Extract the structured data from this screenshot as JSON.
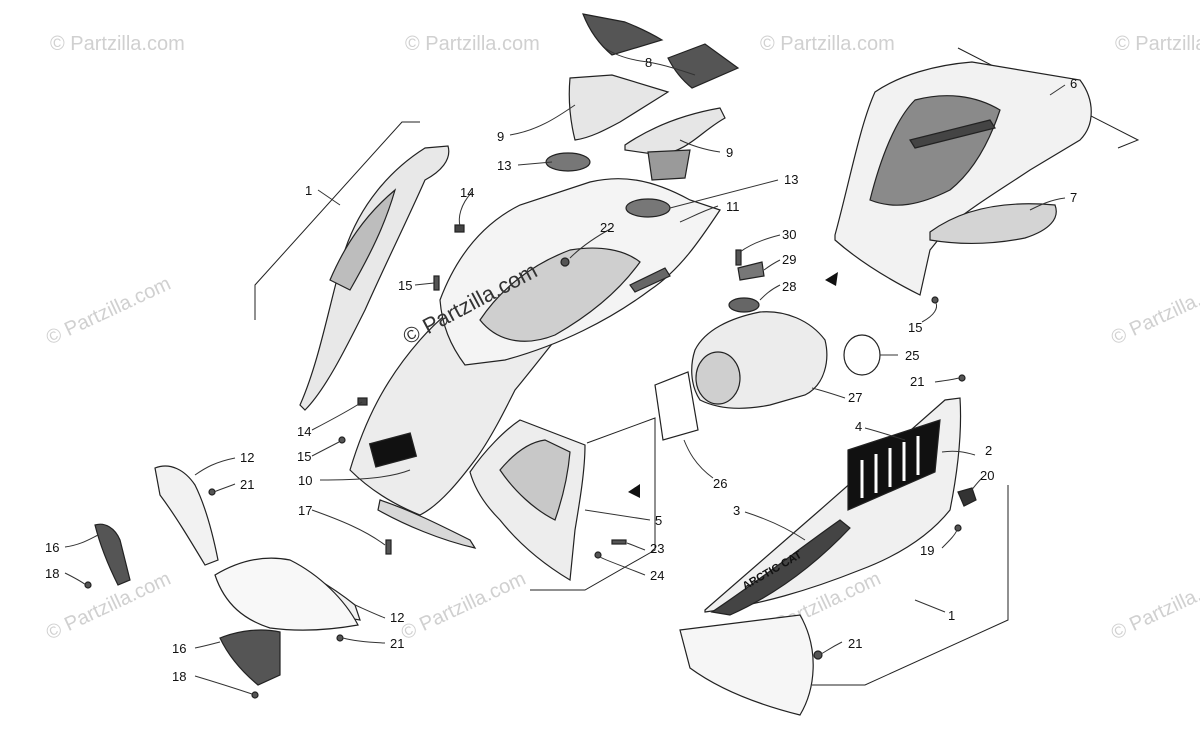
{
  "watermark": {
    "text": "© Partzilla.com",
    "center_text": "© Partzilla.com"
  },
  "decal_text": "ARCTIC CAT",
  "callouts": [
    "1",
    "1",
    "2",
    "3",
    "4",
    "5",
    "6",
    "7",
    "8",
    "9",
    "9",
    "10",
    "11",
    "12",
    "12",
    "13",
    "13",
    "14",
    "14",
    "15",
    "15",
    "15",
    "16",
    "16",
    "17",
    "18",
    "18",
    "19",
    "20",
    "21",
    "21",
    "21",
    "21",
    "22",
    "23",
    "24",
    "25",
    "26",
    "27",
    "28",
    "29",
    "30"
  ]
}
